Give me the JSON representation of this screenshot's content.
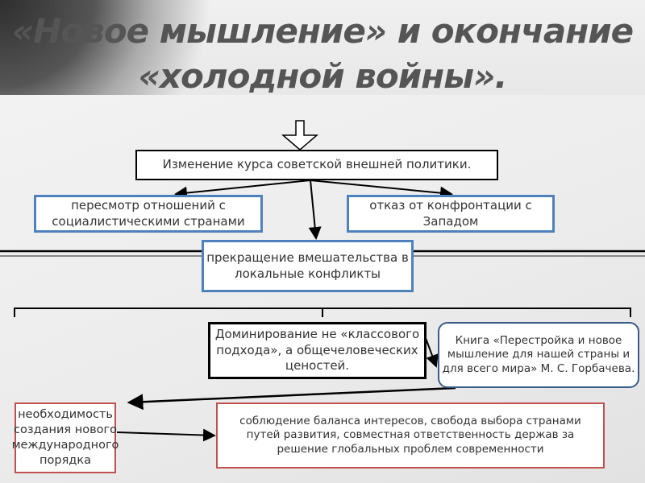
{
  "title": {
    "line1": "«Новое мышление» и окончание",
    "line2": "«холодной войны»."
  },
  "boxes": {
    "main": "Изменение курса советской внешней политики.",
    "left": "пересмотр отношений с социалистическими странами",
    "right": "отказ от конфронтации с Западом",
    "middle": "прекращение вмешательства в локальные конфликты",
    "dominance": "Доминирование не «классового подхода», а общечеловеческих ценостей.",
    "book": "Книга «Перестройка и новое мышление для нашей страны и для всего мира» М. С. Горбачева.",
    "necessity": "необходимость создания нового международного порядка",
    "balance": "соблюдение баланса интересов, свобода выбора странами путей развития, совместная ответственность держав за решение глобальных проблем современности"
  },
  "colors": {
    "blue": "#4f81bd",
    "red": "#c0504d",
    "title": "#555555"
  }
}
